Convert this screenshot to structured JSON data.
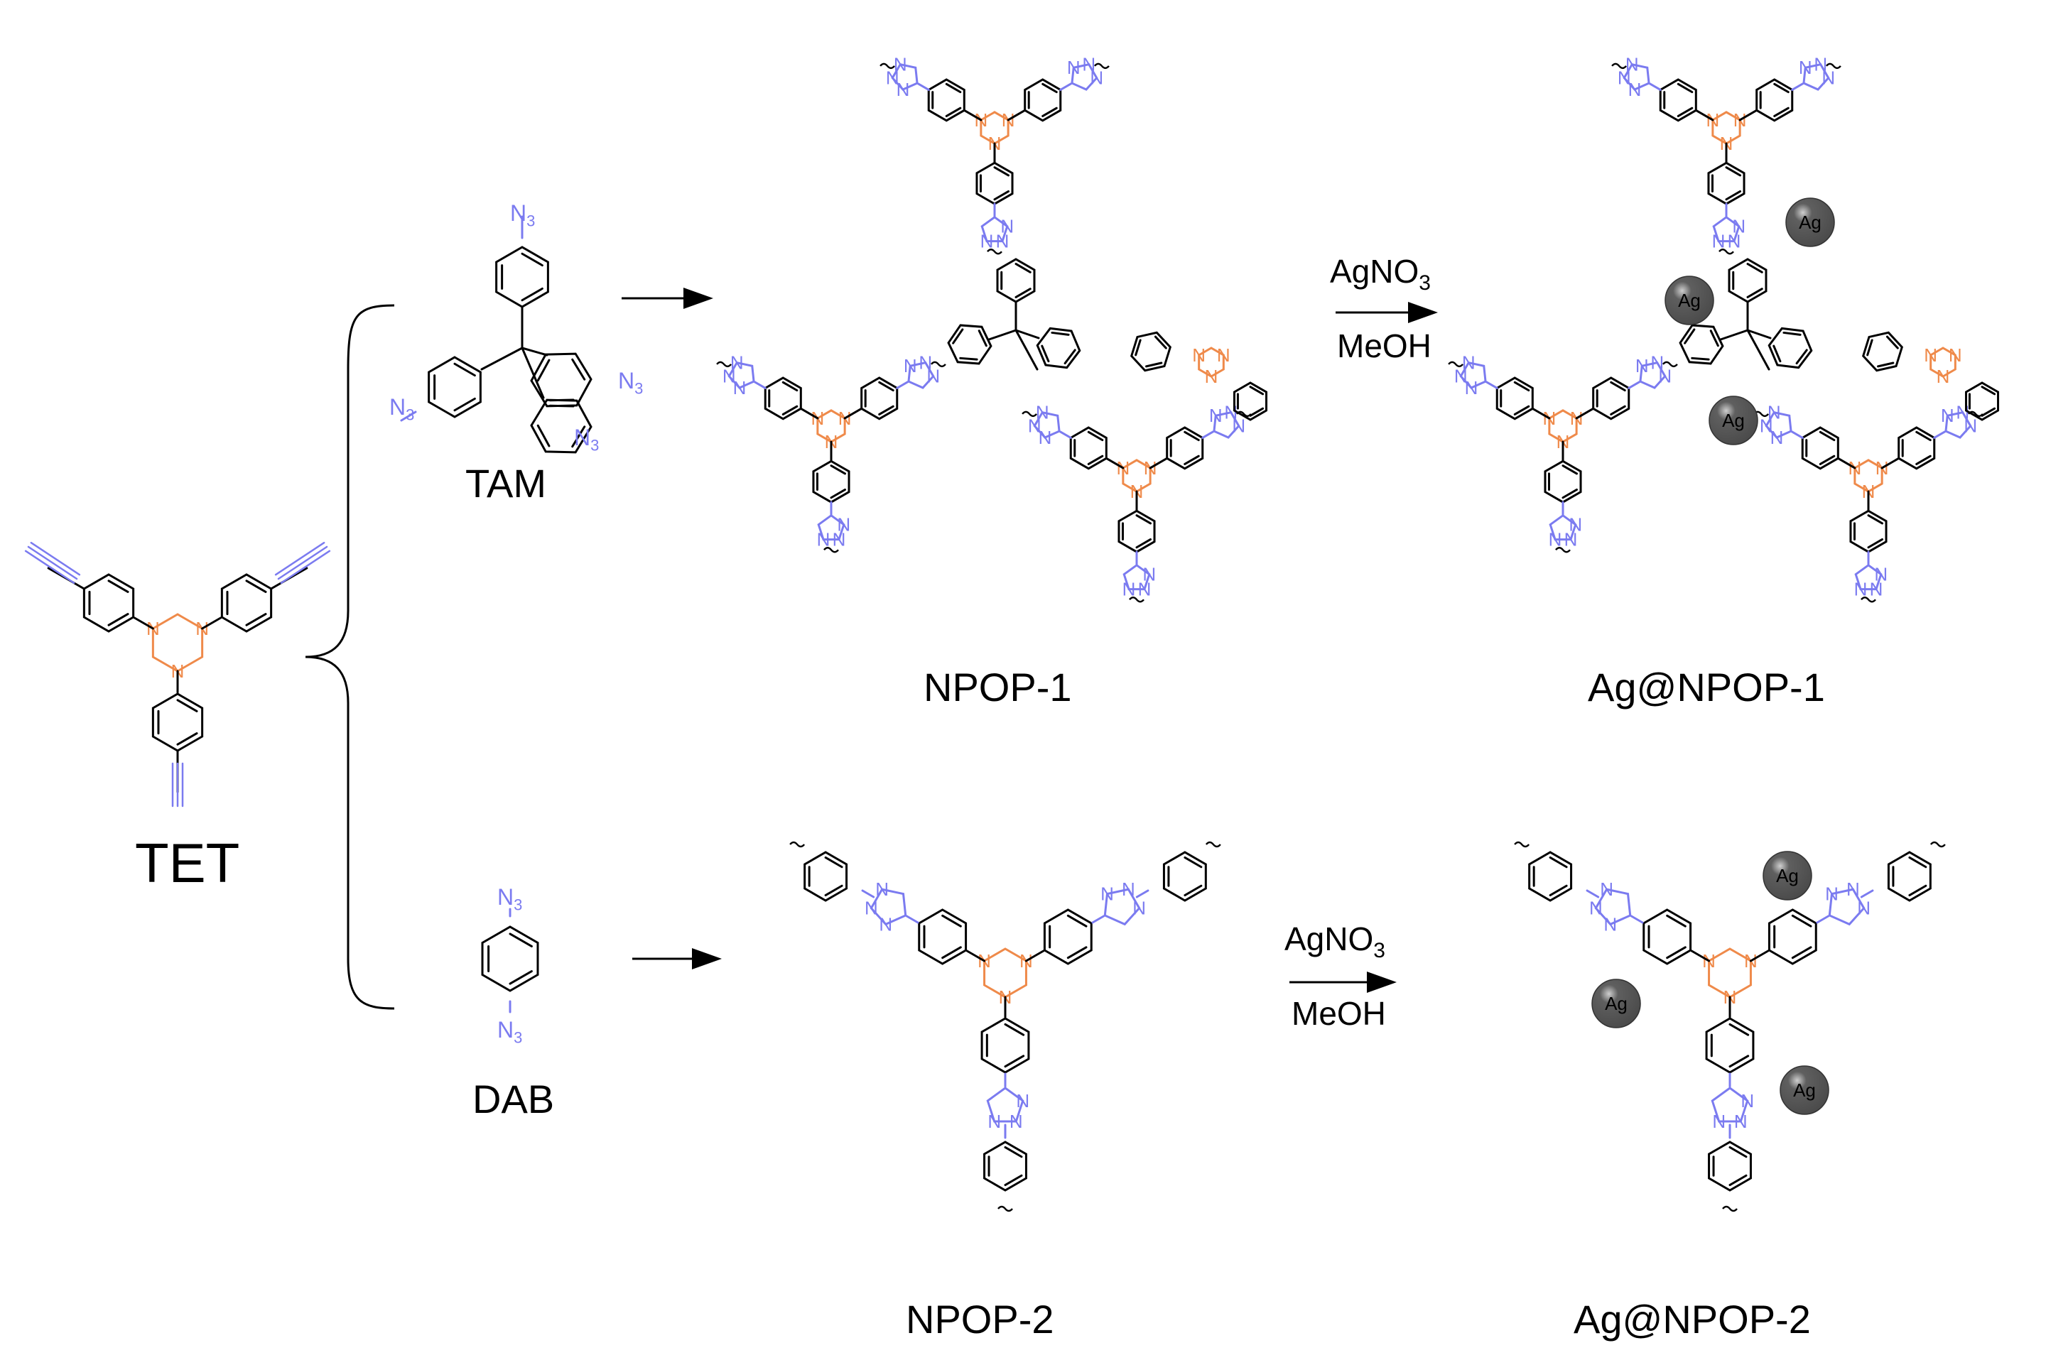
{
  "labels": {
    "tet": "TET",
    "tam": "TAM",
    "dab": "DAB",
    "npop1": "NPOP-1",
    "npop2": "NPOP-2",
    "ag_npop1": "Ag@NPOP-1",
    "ag_npop2": "Ag@NPOP-2"
  },
  "conditions": {
    "reagent_prefix": "AgNO",
    "reagent_sub": "3",
    "solvent": "MeOH"
  },
  "azide": {
    "prefix": "N",
    "sub": "3"
  },
  "nanoparticle": "Ag",
  "atoms": {
    "nitrogen": "N"
  },
  "colors": {
    "triazine": "#ef8a4a",
    "triazole": "#7b7bf0",
    "bond": "#000000",
    "silver_particle": "#5f5f5f"
  }
}
